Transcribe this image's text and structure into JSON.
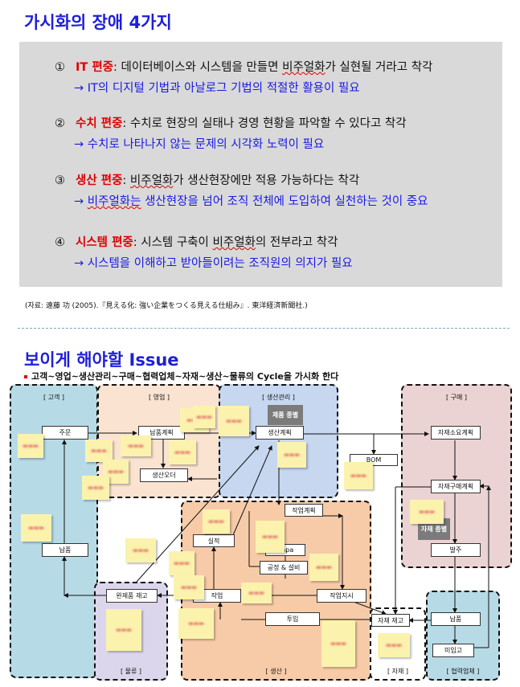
{
  "title": "가시화의 장애 4가지",
  "obstacles": [
    {
      "num": "①",
      "keyword": "IT 편중",
      "text": ": 데이터베이스와 시스템을 만들면 ",
      "wavy": "비주얼화",
      "tail": "가 실현될 거라고 착각",
      "sub_pre": "→ IT의 디지털 기법과 아날로그 기법의 적절한 활용이 필요",
      "sub_wavy": "",
      "sub_post": ""
    },
    {
      "num": "②",
      "keyword": "수치 편중",
      "text": ": 수치로 현장의 실태나 경영 현황을 파악할 수 있다고 착각",
      "wavy": "",
      "tail": "",
      "sub_pre": "→ 수치로 나타나지 않는 문제의 시각화 노력이 필요",
      "sub_wavy": "",
      "sub_post": ""
    },
    {
      "num": "③",
      "keyword": "생산 편중",
      "text": ": ",
      "wavy": "비주얼화",
      "tail": "가 생산현장에만 적용 가능하다는 착각",
      "sub_pre": "→ ",
      "sub_wavy": "비주얼화는",
      "sub_post": " 생산현장을 넘어 조직 전체에 도입하여 실천하는 것이 중요"
    },
    {
      "num": "④",
      "keyword": "시스템 편중",
      "text": ": 시스템 구축이 ",
      "wavy": "비주얼화",
      "tail": "의 전부라고 착각",
      "sub_pre": "→ 시스템을 이해하고 받아들이려는 조직원의 의지가 필요",
      "sub_wavy": "",
      "sub_post": ""
    }
  ],
  "source": "(자료: 遠藤 功 (2005).『見える化: 強い企業をつくる見える仕組み』. 東洋経済新聞社.)",
  "section2_title": "보이게 해야할 Issue",
  "section2_bullet": "고객~영업~생산관리~구매~협력업체~자재~생산~물류의 Cycle을 가시화 한다",
  "groups": {
    "customer": "[ 고객 ]",
    "sales": "[ 영업 ]",
    "planning": "[ 생산관리 ]",
    "purchase": "[ 구매 ]",
    "logistics": "[ 물류 ]",
    "production": "[ 생산 ]",
    "material": "[ 자재 ]",
    "partner": "[ 협력업체 ]"
  },
  "boxes": {
    "order": "주문",
    "delivery_c": "납품",
    "sales_plan": "납품계획",
    "prod_order": "생산오더",
    "prod_plan": "생산계획",
    "product_lead": "제품 종별",
    "bom": "BOM",
    "mat_plan": "자재소요계획",
    "mat_purchase": "자재구매계획",
    "mat_lead": "자재 종별",
    "po": "발주",
    "work_plan": "작업계획",
    "capa": "Capa",
    "process": "공정 & 설비",
    "result": "실적",
    "work": "작업",
    "work_order": "작업지시",
    "input": "투입",
    "fg_stock": "완제품 재고",
    "mat_stock": "자재 재고",
    "delivery_p": "납품",
    "receive": "미입고"
  },
  "colors": {
    "title": "#1f1fd8",
    "keyword": "#e00000",
    "sub": "#1a1ae6",
    "panel": "#d9d9d9",
    "customer_bg": "#b7dbe6",
    "sales_bg": "#fbe3d2",
    "planning_bg": "#c6d7ef",
    "purchase_bg": "#ecd3d3",
    "logistics_bg": "#dcd6ec",
    "production_bg": "#f8cba8",
    "partner_bg": "#b7dbe6",
    "note": "#fbf3ad"
  }
}
